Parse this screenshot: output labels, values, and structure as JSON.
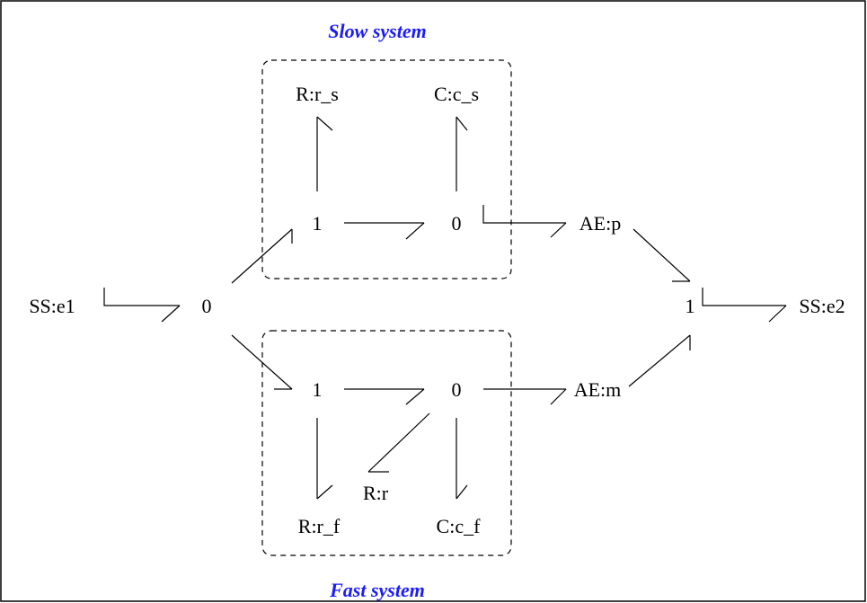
{
  "colors": {
    "group_title": "#1a1aff",
    "lines": "#000000",
    "background": "#ffffff"
  },
  "groups": {
    "slow": {
      "title": "Slow system"
    },
    "fast": {
      "title": "Fast system"
    }
  },
  "nodes": {
    "ss_e1": "SS:e1",
    "zero_main": "0",
    "r_s": "R:r_s",
    "c_s": "C:c_s",
    "one_slow": "1",
    "zero_slow": "0",
    "ae_p": "AE:p",
    "one_right": "1",
    "ss_e2": "SS:e2",
    "one_fast": "1",
    "zero_fast": "0",
    "ae_m": "AE:m",
    "r_r": "R:r",
    "r_f": "R:r_f",
    "c_f": "C:c_f"
  }
}
